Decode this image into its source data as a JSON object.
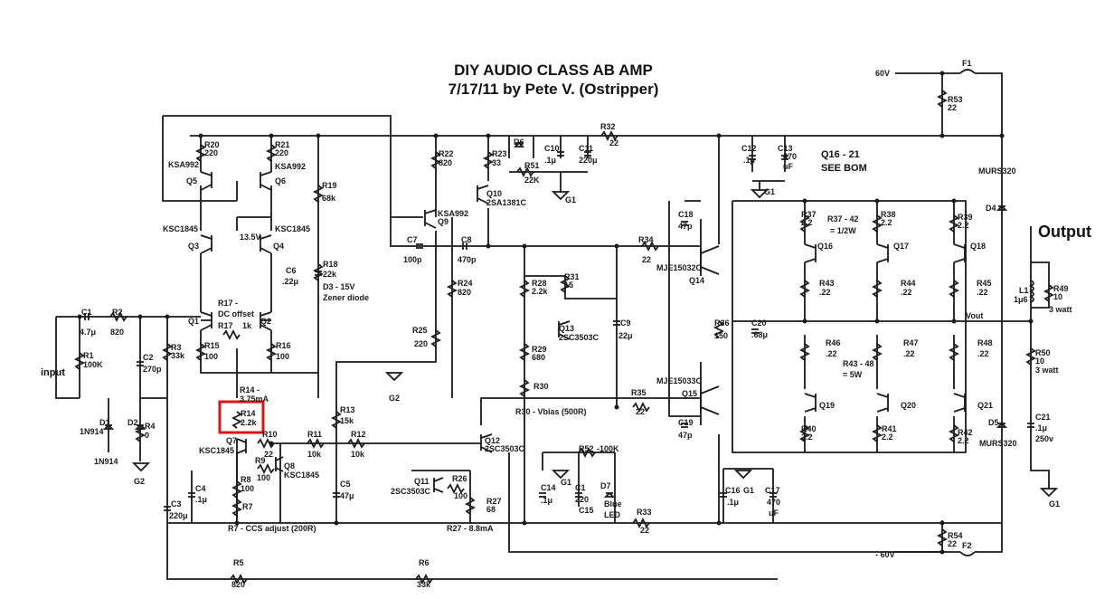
{
  "title": {
    "line1": "DIY AUDIO CLASS AB AMP",
    "line2": "7/17/11 by Pete V. (Ostripper)"
  },
  "io": {
    "input": "input",
    "output": "Output",
    "vout": "Vout",
    "pos_rail": "60V",
    "neg_rail": "- 60V"
  },
  "notes": {
    "q16_21": "Q16 - 21",
    "see_bom": "SEE BOM",
    "r37_42": "R37 - 42",
    "r37_42b": "= 1/2W",
    "r43_48": "R43 - 48",
    "r43_48b": "= 5W",
    "r17_title": "R17 -",
    "r17_title2": "DC offset",
    "r14_title": "R14 -",
    "r14_current": "3.75mA",
    "r7_note": "R7 - CCS adjust (200R)",
    "r27_note": "R27 - 8.8mA",
    "r30_note": "R30 - Vbias (500R)",
    "d3_note": "D3 - 15V",
    "d3_note2": "Zener diode",
    "volt_13_5": "13.5V"
  },
  "grounds": {
    "g1": "G1",
    "g2": "G2"
  },
  "components": {
    "F1": "F1",
    "F2": "F2",
    "R53": "R53",
    "R53v": "22",
    "R54": "R54",
    "R54v": "22",
    "R32": "R32",
    "R32v": "22",
    "R20": "R20",
    "R20v": "220",
    "R21": "R21",
    "R21v": "220",
    "R19": "R19",
    "R19v": "68k",
    "R22": "R22",
    "R22v": "820",
    "R23": "R23",
    "R23v": "33",
    "D6": "D6",
    "R51": "R51",
    "R51v": "22K",
    "C10": "C10",
    "C10v": ".1μ",
    "C11": "C11",
    "C11v": "220μ",
    "C12": "C12",
    "C12v": ".1μ",
    "C13": "C13",
    "C13v": "470",
    "C13u": "uF",
    "MURS320a": "MURS320",
    "D4": "D4",
    "Q5": "Q5",
    "Q6": "Q6",
    "Q3": "Q3",
    "Q4": "Q4",
    "KSA992a": "KSA992",
    "KSA992b": "KSA992",
    "KSA992c": "KSA992",
    "KSC1845a": "KSC1845",
    "KSC1845b": "KSC1845",
    "KSC1845c": "KSC1845",
    "KSC1845d": "KSC1845",
    "Q9": "Q9",
    "Q10": "Q10",
    "Q10p": "2SA1381C",
    "C7": "C7",
    "C7v": "100p",
    "C8": "C8",
    "C8v": "470p",
    "C18": "C18",
    "C18v": "47p",
    "R34": "R34",
    "R34v": "22",
    "R37": "R37",
    "R37v": "2.2",
    "R38": "R38",
    "R38v": "2.2",
    "R39": "R39",
    "R39v": "2.2",
    "Q16": "Q16",
    "Q17": "Q17",
    "Q18": "Q18",
    "R18": "R18",
    "R18v": "22k",
    "C6": "C6",
    "C6v": ".22μ",
    "R28": "R28",
    "R28v": "2.2k",
    "R31": "R31",
    "R31v": "15",
    "R24": "R24",
    "R24v": "820",
    "MJE15032C": "MJE15032C",
    "Q14": "Q14",
    "R43": "R43",
    "R43v": ".22",
    "R44": "R44",
    "R44v": ".22",
    "R45": "R45",
    "R45v": ".22",
    "L1": "L1",
    "L1v": "1μ6",
    "R49": "R49",
    "R49v": "10",
    "R49w": "3 watt",
    "C1": "C1",
    "C1v": "4.7μ",
    "R2": "R2",
    "R2v": "820",
    "Q1": "Q1",
    "Q2": "Q2",
    "R17": "R17",
    "R17v": "1k",
    "R25": "R25",
    "R25v": "220",
    "Q13": "Q13",
    "Q13p": "2SC3503C",
    "C9": "C9",
    "C9v": "22μ",
    "R36": "R36",
    "R36v": "150",
    "C20": "C20",
    "C20v": ".68μ",
    "R1": "R1",
    "R1v": "100K",
    "C2": "C2",
    "C2v": "270p",
    "R3": "R3",
    "R3v": "33k",
    "R15": "R15",
    "R15v": "100",
    "R16": "R16",
    "R16v": "100",
    "R29": "R29",
    "R29v": "680",
    "R46": "R46",
    "R46v": ".22",
    "R47": "R47",
    "R47v": ".22",
    "R48": "R48",
    "R48v": ".22",
    "R50": "R50",
    "R50v": "10",
    "R50w": "3 watt",
    "R30": "R30",
    "MJE15033C": "MJE15033C",
    "Q15": "Q15",
    "R14": "R14",
    "R14v": "2.2k",
    "R13": "R13",
    "R13v": "15k",
    "R35": "R35",
    "R35v": "22",
    "Q19": "Q19",
    "Q20": "Q20",
    "Q21": "Q21",
    "D1": "D1",
    "D2": "D2",
    "R4": "R4",
    "R4v": "0",
    "N914a": "1N914",
    "N914b": "1N914",
    "C19": "C19",
    "C19v": "47p",
    "R40": "R40",
    "R40v": "2.2",
    "R41": "R41",
    "R41v": "2.2",
    "R42": "R42",
    "R42v": "2.2",
    "D5": "D5",
    "MURS320b": "MURS320",
    "C21": "C21",
    "C21v": ".1μ",
    "C21w": "250v",
    "Q7": "Q7",
    "R10": "R10",
    "R10v": "22",
    "R11": "R11",
    "R11v": "10k",
    "R12": "R12",
    "R12v": "10k",
    "Q12": "Q12",
    "Q12p": "2SC3503C",
    "R52": "R52",
    "R52v": "-100K",
    "R9": "R9",
    "R9v": "100",
    "Q8": "Q8",
    "C4": "C4",
    "C4v": ".1μ",
    "R8": "R8",
    "R8v": "100",
    "R7": "R7",
    "C3": "C3",
    "C3v": "220μ",
    "C5": "C5",
    "C5v": "47μ",
    "Q11": "Q11",
    "Q11p": "2SC3503C",
    "R26": "R26",
    "R26v": "100",
    "R27": "R27",
    "R27v": "68",
    "C14": "C14",
    "C14v": ".1μ",
    "C1b": "C1",
    "C1bv": "220",
    "C15": "C15",
    "D7": "D7",
    "D7a": "Blue",
    "D7b": "LED",
    "R33": "R33",
    "R33v": "22",
    "C16": "C16",
    "C16v": ".1μ",
    "C17": "C17",
    "C17v": "470",
    "C17u": "uF",
    "R5": "R5",
    "R5v": "820",
    "R6": "R6",
    "R6v": "33k"
  }
}
